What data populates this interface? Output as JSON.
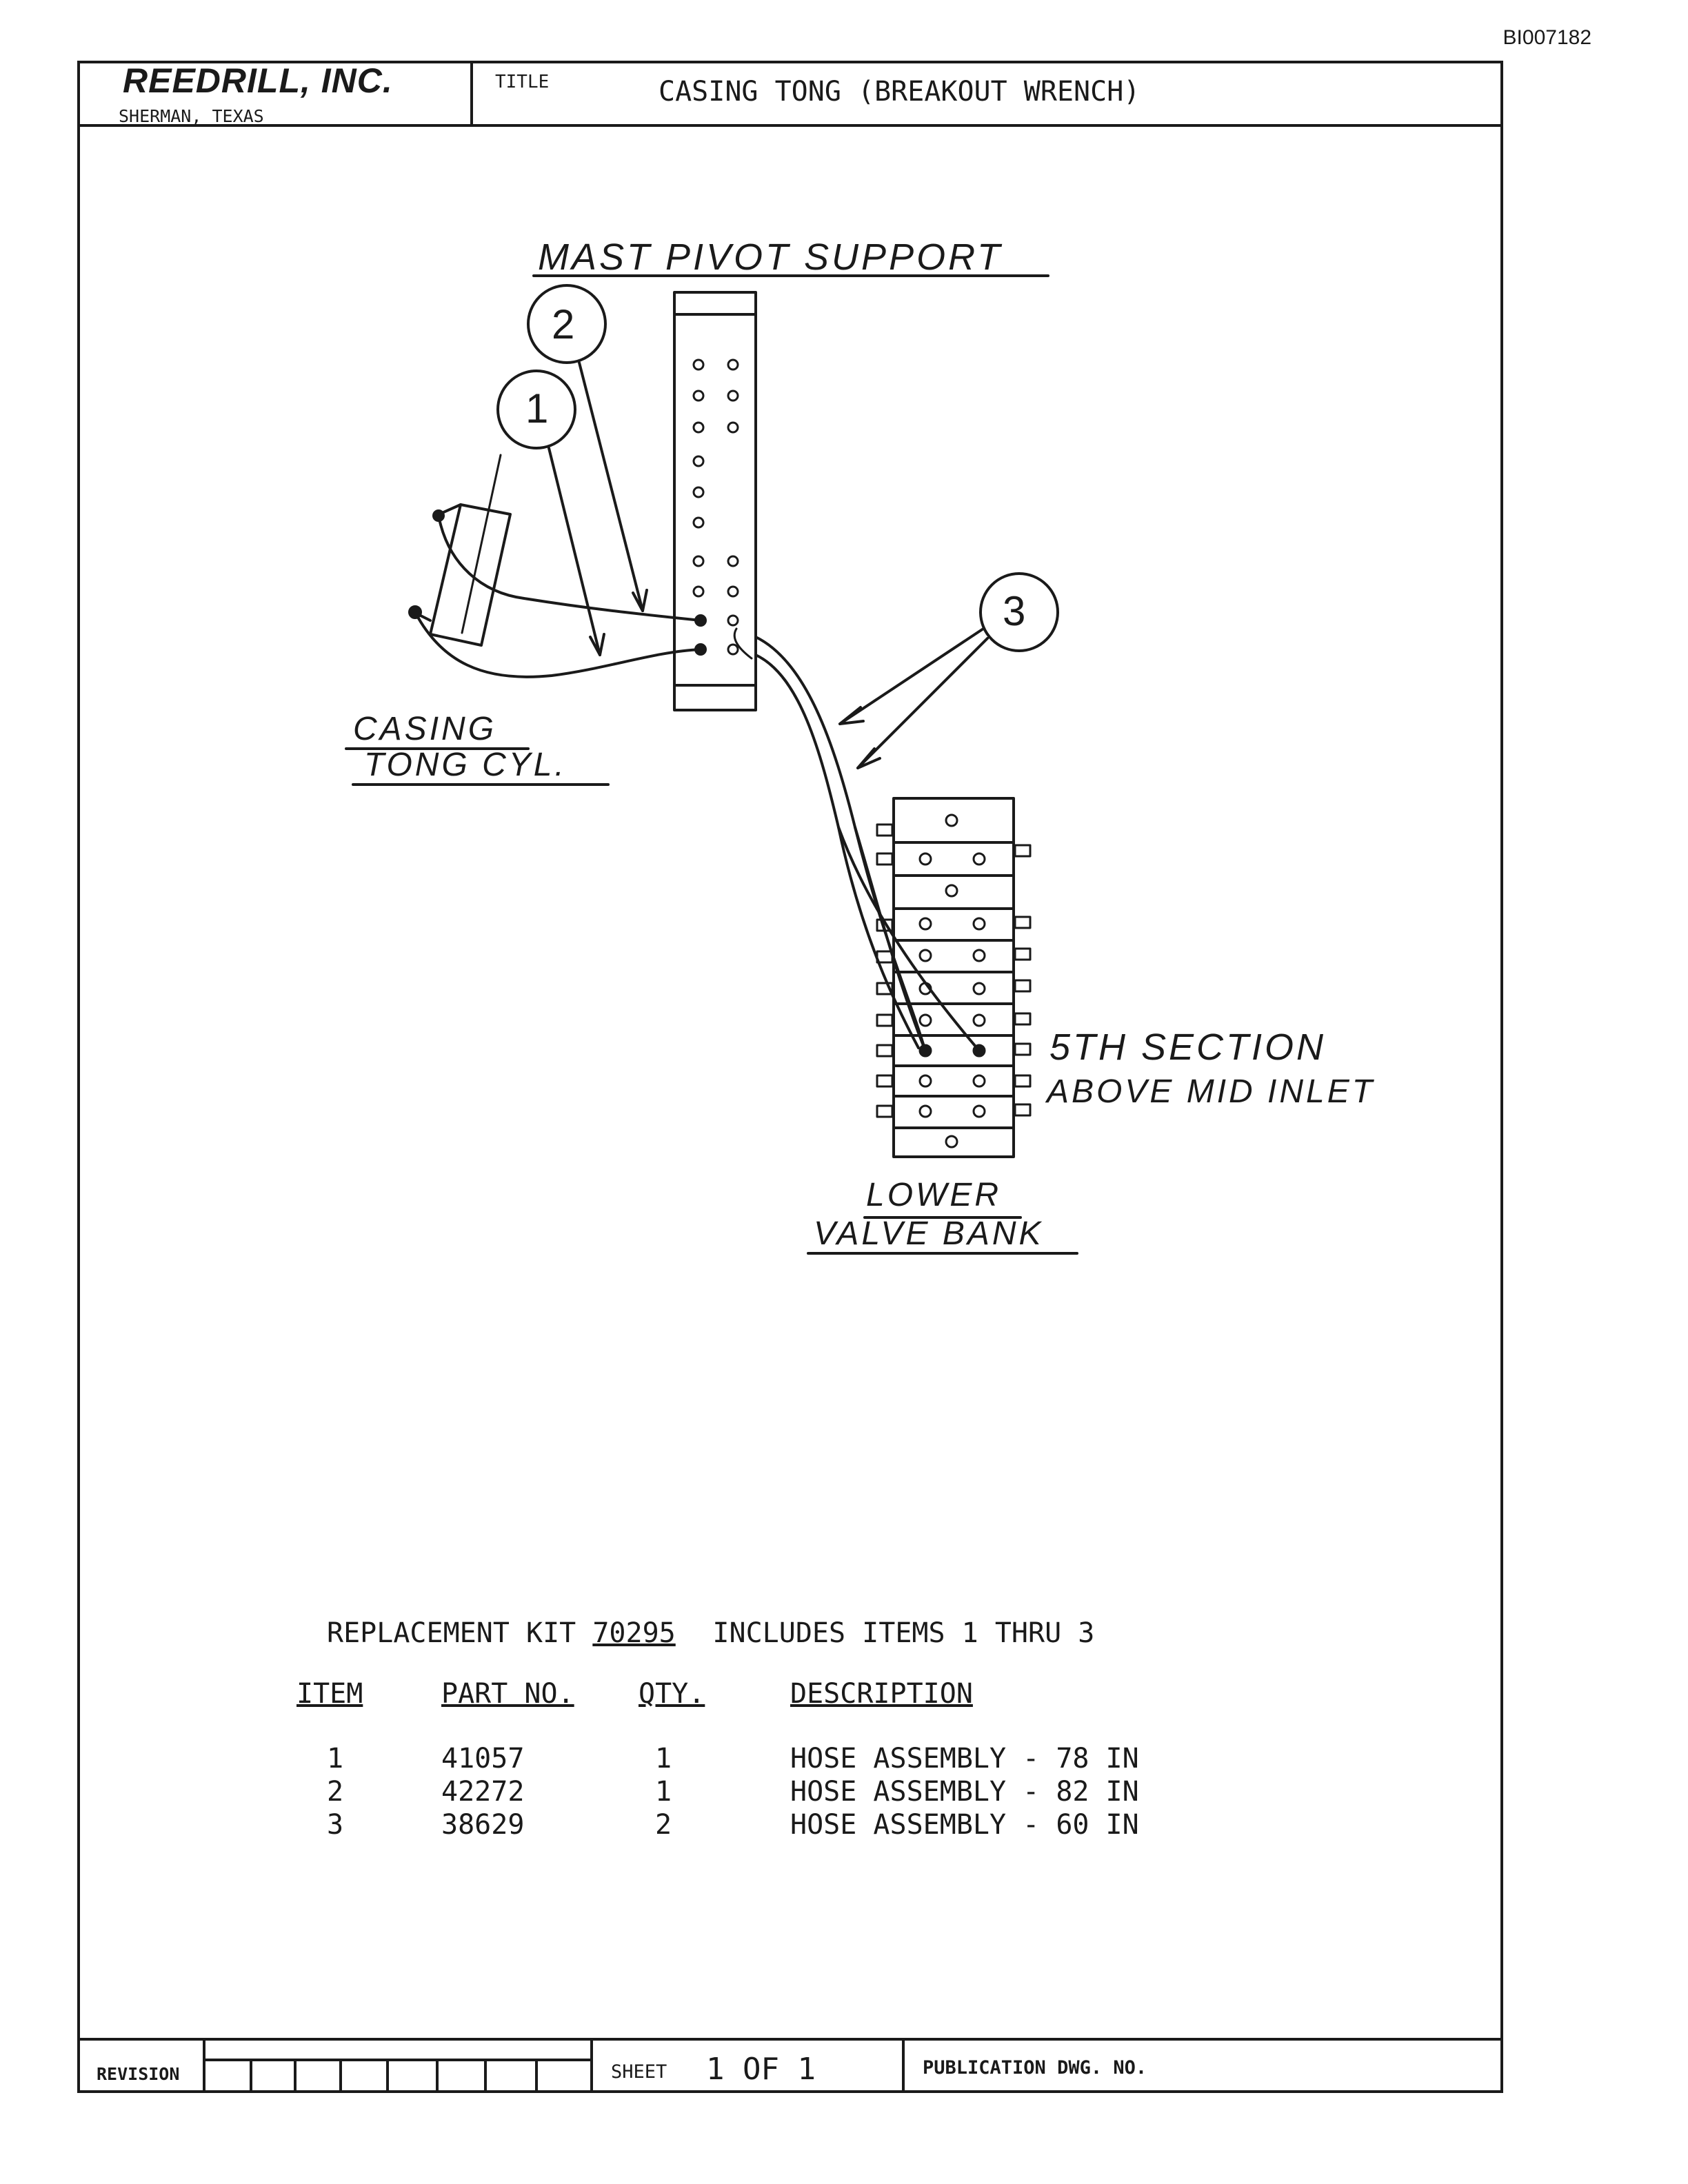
{
  "doc_id": "BI007182",
  "header": {
    "company": "REEDRILL, INC.",
    "location": "SHERMAN, TEXAS",
    "title_label": "TITLE",
    "title": "CASING TONG (BREAKOUT WRENCH)"
  },
  "drawing": {
    "labels": {
      "mast_pivot_support": "MAST PIVOT SUPPORT",
      "casing_tong_cyl_line1": "CASING",
      "casing_tong_cyl_line2": "TONG CYL.",
      "section_line1": "5TH SECTION",
      "section_line2": "ABOVE MID INLET",
      "valve_bank_line1": "LOWER",
      "valve_bank_line2": "VALVE BANK"
    },
    "callouts": [
      "2",
      "1",
      "3"
    ]
  },
  "kit": {
    "prefix": "REPLACEMENT KIT",
    "number": "70295",
    "suffix": "INCLUDES ITEMS 1 THRU 3"
  },
  "parts_table": {
    "headers": [
      "ITEM",
      "PART NO.",
      "QTY.",
      "DESCRIPTION"
    ],
    "rows": [
      [
        "1",
        "41057",
        "1",
        "HOSE ASSEMBLY - 78 IN"
      ],
      [
        "2",
        "42272",
        "1",
        "HOSE ASSEMBLY - 82 IN"
      ],
      [
        "3",
        "38629",
        "2",
        "HOSE ASSEMBLY - 60 IN"
      ]
    ]
  },
  "footer": {
    "revision_label": "REVISION",
    "sheet_label": "SHEET",
    "sheet_value": "1 OF 1",
    "publication_label": "PUBLICATION DWG. NO."
  }
}
